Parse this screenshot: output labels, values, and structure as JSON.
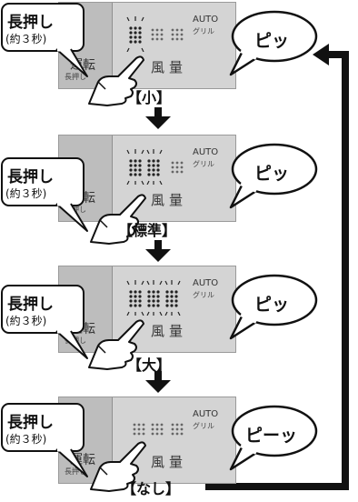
{
  "stages": [
    {
      "hold_title": "長押し",
      "hold_sub": "(約３秒)",
      "sound": "ピッ",
      "level": "【小】"
    },
    {
      "hold_title": "長押し",
      "hold_sub": "(約３秒)",
      "sound": "ピッ",
      "level": "【標準】"
    },
    {
      "hold_title": "長押し",
      "hold_sub": "(約３秒)",
      "sound": "ピッ",
      "level": "【大】"
    },
    {
      "hold_title": "長押し",
      "hold_sub": "(約３秒)",
      "sound": "ピーッ",
      "level": "【なし】"
    }
  ],
  "panel": {
    "left_button_label": "運転",
    "left_button_sub": "長押し",
    "auto_label": "AUTO",
    "guril_label": "グリル",
    "main_button_label": "風量"
  },
  "colors": {
    "arrow": "#111111",
    "panel_bg": "#c9c9c9",
    "button_bg": "#d4d4d4"
  }
}
